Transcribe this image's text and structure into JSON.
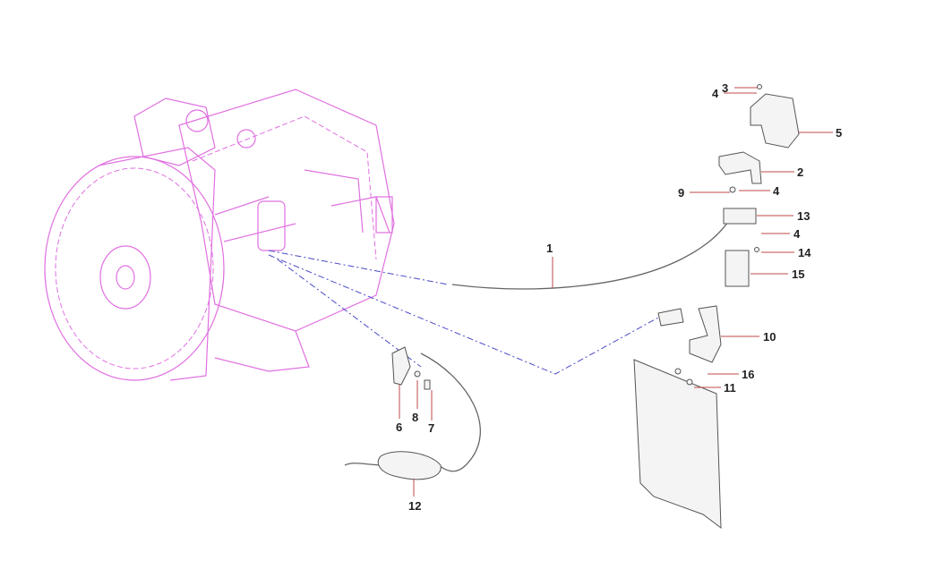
{
  "diagram": {
    "type": "exploded parts diagram",
    "callouts": [
      "1",
      "3",
      "4",
      "5",
      "2",
      "9",
      "4",
      "13",
      "4",
      "14",
      "15",
      "10",
      "16",
      "11",
      "6",
      "8",
      "7",
      "12"
    ]
  },
  "colors": {
    "engine": "#e070e0",
    "leader": "#c04848",
    "routing": "#4a4ac8"
  }
}
